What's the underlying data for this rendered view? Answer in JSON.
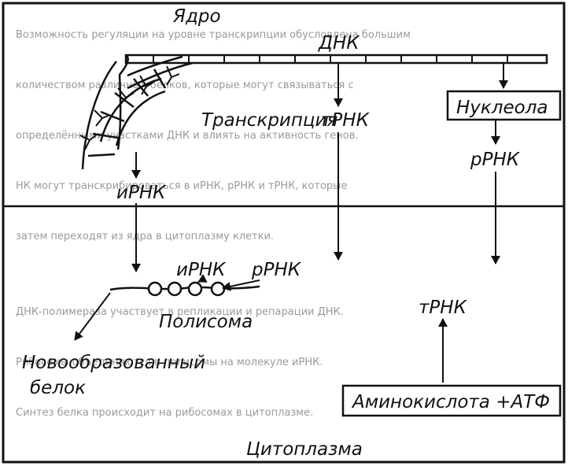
{
  "labels": {
    "nucleus": "Ядро",
    "dna": "ДНК",
    "transcription": "Транскрипция",
    "trna_top": "тРНК",
    "nucleolus": "Нуклеола",
    "mrna_left": "иРНК",
    "rrna_top": "рРНК",
    "mrna_middle": "иРНК",
    "rrna_middle": "рРНК",
    "trna_bottom": "тРНК",
    "polysome": "Полисома",
    "amino_acid": "Аминокислота +АТФ",
    "new_protein_line1": "Новообразованный",
    "new_protein_line2": "белок",
    "cytoplasm": "Цитоплазма"
  },
  "show_through_text": [
    "Возможность регуляции на уровне транскрипции обусловлена большим",
    "количеством различных белков, которые могут связываться с",
    "определёнными участками ДНК и влиять на активность генов.",
    "НК могут транскрибироваться в иРНК, рРНК и тРНК, которые",
    "затем переходят из ядра в цитоплазму клетки.",
    "ДНК-полимераза участвует в репликации и репарации ДНК.",
    "Рибосомы объединяются в полисомы на молекуле иРНК.",
    "Синтез белка происходит на рибосомах в цитоплазме."
  ]
}
